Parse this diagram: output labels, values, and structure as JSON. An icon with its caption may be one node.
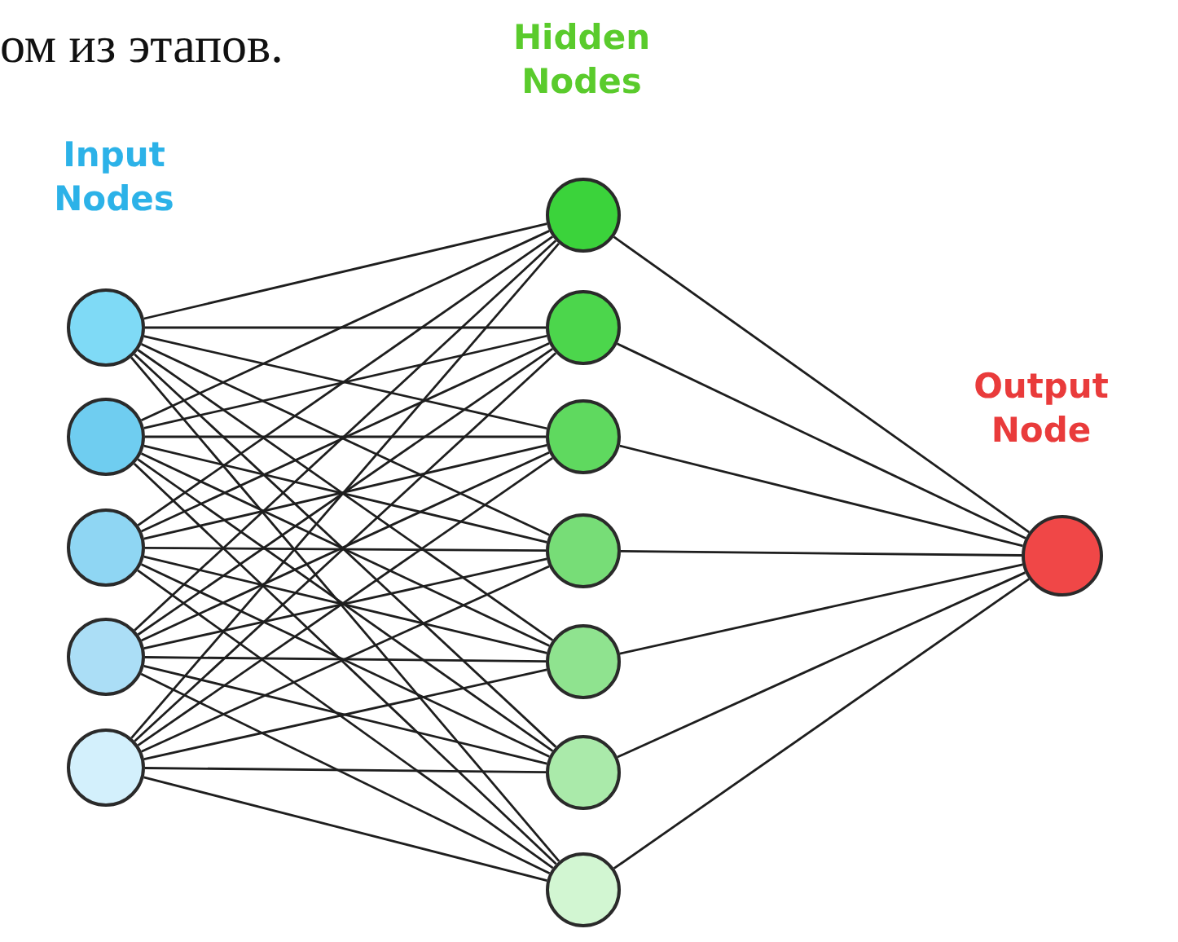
{
  "diagram": {
    "nodes": [
      {
        "text": [],
        "shape": "circle"
      },
      {
        "text": [],
        "shape": "circle"
      },
      {
        "text": [],
        "shape": "circle"
      },
      {
        "text": [],
        "shape": "circle"
      },
      {
        "text": [],
        "shape": "circle"
      },
      {
        "text": [],
        "shape": "circle"
      },
      {
        "text": [],
        "shape": "circle"
      },
      {
        "text": [],
        "shape": "circle"
      },
      {
        "text": [],
        "shape": "circle"
      },
      {
        "text": [],
        "shape": "circle"
      },
      {
        "text": [],
        "shape": "circle"
      },
      {
        "text": [],
        "shape": "circle"
      },
      {
        "text": [],
        "shape": "circle"
      }
    ],
    "edges": [
      {
        "from": 0,
        "to": 5,
        "arrow": "none"
      },
      {
        "from": 0,
        "to": 6,
        "arrow": "none"
      },
      {
        "from": 0,
        "to": 7,
        "arrow": "none"
      },
      {
        "from": 0,
        "to": 8,
        "arrow": "none"
      },
      {
        "from": 0,
        "to": 9,
        "arrow": "none"
      },
      {
        "from": 0,
        "to": 10,
        "arrow": "none"
      },
      {
        "from": 0,
        "to": 11,
        "arrow": "none"
      },
      {
        "from": 1,
        "to": 5,
        "arrow": "none"
      },
      {
        "from": 1,
        "to": 6,
        "arrow": "none"
      },
      {
        "from": 1,
        "to": 7,
        "arrow": "none"
      },
      {
        "from": 1,
        "to": 8,
        "arrow": "none"
      },
      {
        "from": 1,
        "to": 9,
        "arrow": "none"
      },
      {
        "from": 1,
        "to": 10,
        "arrow": "none"
      },
      {
        "from": 1,
        "to": 11,
        "arrow": "none"
      },
      {
        "from": 2,
        "to": 5,
        "arrow": "none"
      },
      {
        "from": 2,
        "to": 6,
        "arrow": "none"
      },
      {
        "from": 2,
        "to": 7,
        "arrow": "none"
      },
      {
        "from": 2,
        "to": 8,
        "arrow": "none"
      },
      {
        "from": 2,
        "to": 9,
        "arrow": "none"
      },
      {
        "from": 2,
        "to": 10,
        "arrow": "none"
      },
      {
        "from": 2,
        "to": 11,
        "arrow": "none"
      },
      {
        "from": 3,
        "to": 5,
        "arrow": "none"
      },
      {
        "from": 3,
        "to": 6,
        "arrow": "none"
      },
      {
        "from": 3,
        "to": 7,
        "arrow": "none"
      },
      {
        "from": 3,
        "to": 8,
        "arrow": "none"
      },
      {
        "from": 3,
        "to": 9,
        "arrow": "none"
      },
      {
        "from": 3,
        "to": 10,
        "arrow": "none"
      },
      {
        "from": 3,
        "to": 11,
        "arrow": "none"
      },
      {
        "from": 4,
        "to": 5,
        "arrow": "none"
      },
      {
        "from": 4,
        "to": 6,
        "arrow": "none"
      },
      {
        "from": 4,
        "to": 7,
        "arrow": "none"
      },
      {
        "from": 4,
        "to": 8,
        "arrow": "none"
      },
      {
        "from": 4,
        "to": 9,
        "arrow": "none"
      },
      {
        "from": 4,
        "to": 10,
        "arrow": "none"
      },
      {
        "from": 4,
        "to": 11,
        "arrow": "none"
      },
      {
        "from": 5,
        "to": 12,
        "arrow": "none"
      },
      {
        "from": 6,
        "to": 12,
        "arrow": "none"
      },
      {
        "from": 7,
        "to": 12,
        "arrow": "none"
      },
      {
        "from": 8,
        "to": 12,
        "arrow": "none"
      },
      {
        "from": 9,
        "to": 12,
        "arrow": "none"
      },
      {
        "from": 10,
        "to": 12,
        "arrow": "none"
      },
      {
        "from": 11,
        "to": 12,
        "arrow": "none"
      }
    ],
    "labels": [
      "ом из этапов.",
      "Input Nodes",
      "Hidden Nodes",
      "Output Node"
    ]
  }
}
